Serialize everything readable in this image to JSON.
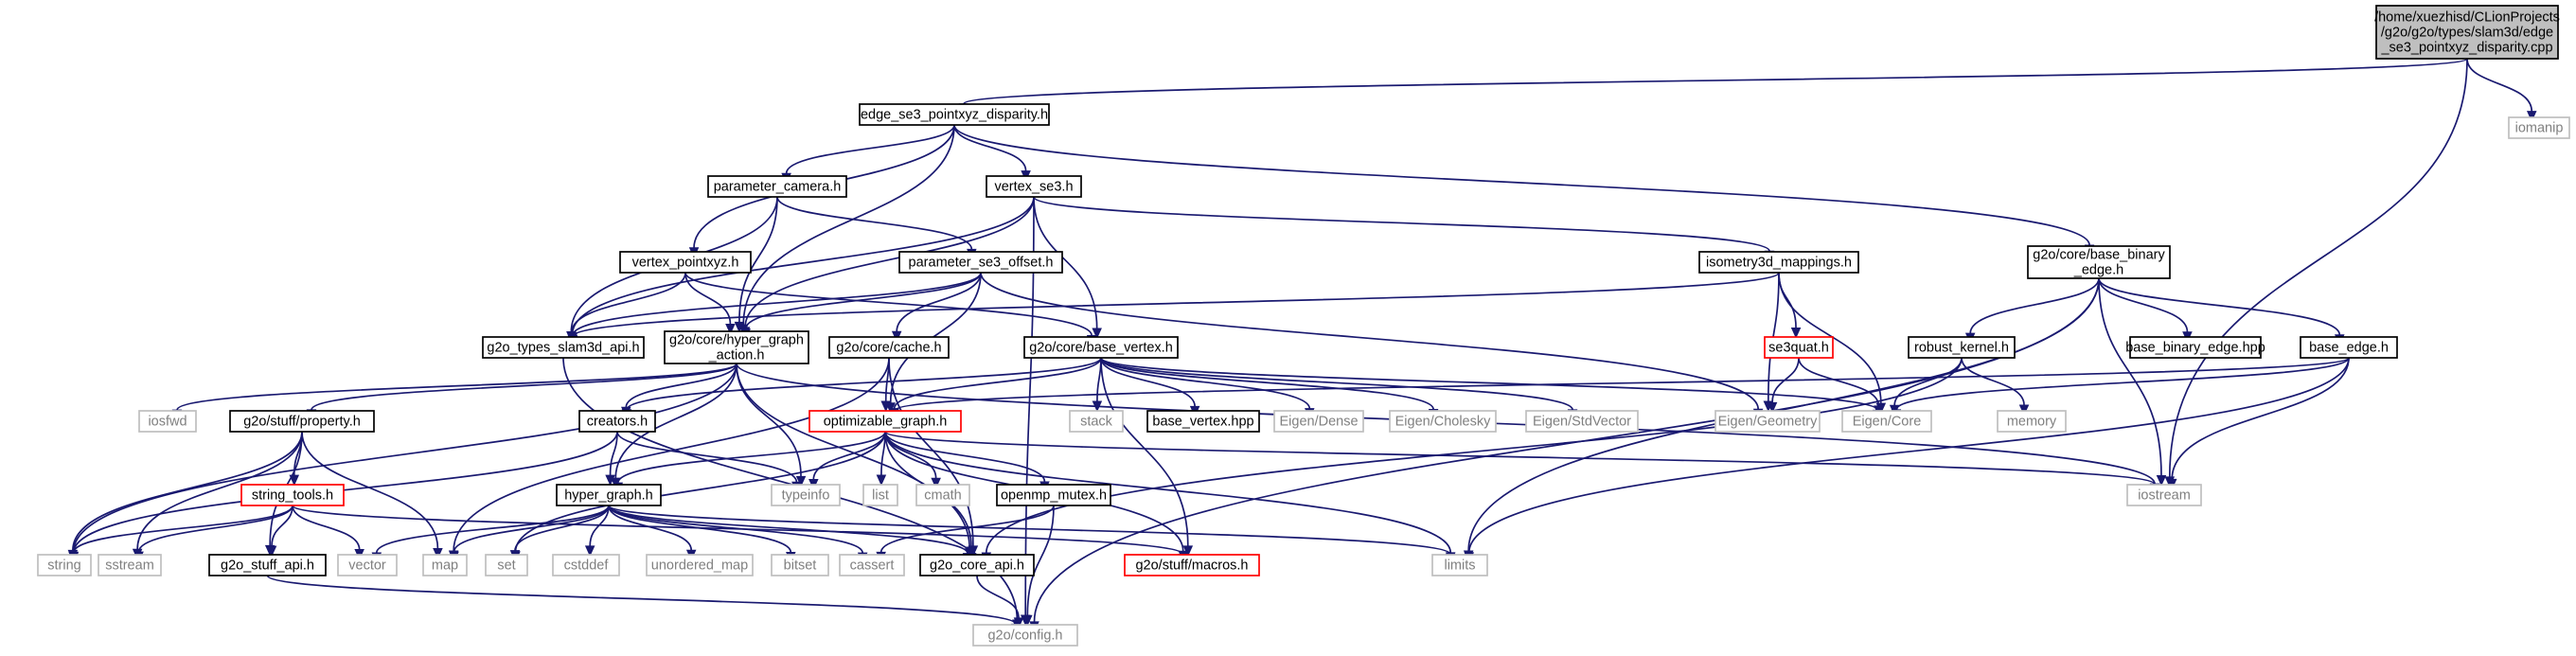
{
  "graph": {
    "colors": {
      "edge": "#191970",
      "root_fill": "#bfbfbf",
      "node_border": "#000000",
      "missing_border": "#bfbfbf",
      "missing_text": "#808080",
      "incomplete_border": "#ff0000"
    },
    "nodes": [
      {
        "id": "root",
        "lines": [
          "/home/xuezhisd/CLionProjects",
          "/g2o/g2o/types/slam3d/edge",
          "_se3_pointxyz_disparity.cpp"
        ],
        "style": "root"
      },
      {
        "id": "edge_h",
        "lines": [
          "edge_se3_pointxyz_disparity.h"
        ],
        "style": "normal"
      },
      {
        "id": "iomanip",
        "lines": [
          "iomanip"
        ],
        "style": "missing"
      },
      {
        "id": "param_cam",
        "lines": [
          "parameter_camera.h"
        ],
        "style": "normal"
      },
      {
        "id": "vertex_se3",
        "lines": [
          "vertex_se3.h"
        ],
        "style": "normal"
      },
      {
        "id": "vertex_pxyz",
        "lines": [
          "vertex_pointxyz.h"
        ],
        "style": "normal"
      },
      {
        "id": "param_offset",
        "lines": [
          "parameter_se3_offset.h"
        ],
        "style": "normal"
      },
      {
        "id": "iso3d",
        "lines": [
          "isometry3d_mappings.h"
        ],
        "style": "normal"
      },
      {
        "id": "base_binary",
        "lines": [
          "g2o/core/base_binary",
          "_edge.h"
        ],
        "style": "normal"
      },
      {
        "id": "slam3d_api",
        "lines": [
          "g2o_types_slam3d_api.h"
        ],
        "style": "normal"
      },
      {
        "id": "hga",
        "lines": [
          "g2o/core/hyper_graph",
          "_action.h"
        ],
        "style": "normal"
      },
      {
        "id": "cache",
        "lines": [
          "g2o/core/cache.h"
        ],
        "style": "normal"
      },
      {
        "id": "base_vertex",
        "lines": [
          "g2o/core/base_vertex.h"
        ],
        "style": "normal"
      },
      {
        "id": "se3quat",
        "lines": [
          "se3quat.h"
        ],
        "style": "incomplete"
      },
      {
        "id": "robust",
        "lines": [
          "robust_kernel.h"
        ],
        "style": "normal"
      },
      {
        "id": "bbe_hpp",
        "lines": [
          "base_binary_edge.hpp"
        ],
        "style": "normal"
      },
      {
        "id": "base_edge",
        "lines": [
          "base_edge.h"
        ],
        "style": "normal"
      },
      {
        "id": "iosfwd",
        "lines": [
          "iosfwd"
        ],
        "style": "missing"
      },
      {
        "id": "property",
        "lines": [
          "g2o/stuff/property.h"
        ],
        "style": "normal"
      },
      {
        "id": "creators",
        "lines": [
          "creators.h"
        ],
        "style": "normal"
      },
      {
        "id": "opt_graph",
        "lines": [
          "optimizable_graph.h"
        ],
        "style": "incomplete"
      },
      {
        "id": "stack",
        "lines": [
          "stack"
        ],
        "style": "missing"
      },
      {
        "id": "bv_hpp",
        "lines": [
          "base_vertex.hpp"
        ],
        "style": "normal"
      },
      {
        "id": "eig_dense",
        "lines": [
          "Eigen/Dense"
        ],
        "style": "missing"
      },
      {
        "id": "eig_chol",
        "lines": [
          "Eigen/Cholesky"
        ],
        "style": "missing"
      },
      {
        "id": "eig_stdvec",
        "lines": [
          "Eigen/StdVector"
        ],
        "style": "missing"
      },
      {
        "id": "eig_geom",
        "lines": [
          "Eigen/Geometry"
        ],
        "style": "missing"
      },
      {
        "id": "eig_core",
        "lines": [
          "Eigen/Core"
        ],
        "style": "missing"
      },
      {
        "id": "memory",
        "lines": [
          "memory"
        ],
        "style": "missing"
      },
      {
        "id": "string_tools",
        "lines": [
          "string_tools.h"
        ],
        "style": "incomplete"
      },
      {
        "id": "hyper_graph",
        "lines": [
          "hyper_graph.h"
        ],
        "style": "normal"
      },
      {
        "id": "typeinfo",
        "lines": [
          "typeinfo"
        ],
        "style": "missing"
      },
      {
        "id": "list",
        "lines": [
          "list"
        ],
        "style": "missing"
      },
      {
        "id": "cmath",
        "lines": [
          "cmath"
        ],
        "style": "missing"
      },
      {
        "id": "omp",
        "lines": [
          "openmp_mutex.h"
        ],
        "style": "normal"
      },
      {
        "id": "iostream",
        "lines": [
          "iostream"
        ],
        "style": "missing"
      },
      {
        "id": "string",
        "lines": [
          "string"
        ],
        "style": "missing"
      },
      {
        "id": "sstream",
        "lines": [
          "sstream"
        ],
        "style": "missing"
      },
      {
        "id": "stuff_api",
        "lines": [
          "g2o_stuff_api.h"
        ],
        "style": "normal"
      },
      {
        "id": "vector",
        "lines": [
          "vector"
        ],
        "style": "missing"
      },
      {
        "id": "map",
        "lines": [
          "map"
        ],
        "style": "missing"
      },
      {
        "id": "set",
        "lines": [
          "set"
        ],
        "style": "missing"
      },
      {
        "id": "cstddef",
        "lines": [
          "cstddef"
        ],
        "style": "missing"
      },
      {
        "id": "unordered_map",
        "lines": [
          "unordered_map"
        ],
        "style": "missing"
      },
      {
        "id": "bitset",
        "lines": [
          "bitset"
        ],
        "style": "missing"
      },
      {
        "id": "cassert",
        "lines": [
          "cassert"
        ],
        "style": "missing"
      },
      {
        "id": "core_api",
        "lines": [
          "g2o_core_api.h"
        ],
        "style": "normal"
      },
      {
        "id": "macros",
        "lines": [
          "g2o/stuff/macros.h"
        ],
        "style": "incomplete"
      },
      {
        "id": "limits",
        "lines": [
          "limits"
        ],
        "style": "missing"
      },
      {
        "id": "config",
        "lines": [
          "g2o/config.h"
        ],
        "style": "missing"
      }
    ],
    "edges": [
      [
        "root",
        "edge_h"
      ],
      [
        "root",
        "iomanip"
      ],
      [
        "root",
        "iostream"
      ],
      [
        "edge_h",
        "param_cam"
      ],
      [
        "edge_h",
        "vertex_se3"
      ],
      [
        "edge_h",
        "vertex_pxyz"
      ],
      [
        "edge_h",
        "hga"
      ],
      [
        "edge_h",
        "base_binary"
      ],
      [
        "param_cam",
        "slam3d_api"
      ],
      [
        "param_cam",
        "hga"
      ],
      [
        "param_cam",
        "param_offset"
      ],
      [
        "vertex_se3",
        "slam3d_api"
      ],
      [
        "vertex_se3",
        "hga"
      ],
      [
        "vertex_se3",
        "base_vertex"
      ],
      [
        "vertex_se3",
        "iso3d"
      ],
      [
        "vertex_se3",
        "config"
      ],
      [
        "vertex_pxyz",
        "slam3d_api"
      ],
      [
        "vertex_pxyz",
        "hga"
      ],
      [
        "vertex_pxyz",
        "base_vertex"
      ],
      [
        "param_offset",
        "slam3d_api"
      ],
      [
        "param_offset",
        "hga"
      ],
      [
        "param_offset",
        "cache"
      ],
      [
        "param_offset",
        "opt_graph"
      ],
      [
        "param_offset",
        "eig_geom"
      ],
      [
        "iso3d",
        "slam3d_api"
      ],
      [
        "iso3d",
        "se3quat"
      ],
      [
        "iso3d",
        "eig_geom"
      ],
      [
        "iso3d",
        "eig_core"
      ],
      [
        "base_binary",
        "robust"
      ],
      [
        "base_binary",
        "bbe_hpp"
      ],
      [
        "base_binary",
        "base_edge"
      ],
      [
        "base_binary",
        "iostream"
      ],
      [
        "base_binary",
        "limits"
      ],
      [
        "base_binary",
        "config"
      ],
      [
        "slam3d_api",
        "config"
      ],
      [
        "hga",
        "iosfwd"
      ],
      [
        "hga",
        "property"
      ],
      [
        "hga",
        "creators"
      ],
      [
        "hga",
        "typeinfo"
      ],
      [
        "hga",
        "hyper_graph"
      ],
      [
        "hga",
        "string"
      ],
      [
        "hga",
        "core_api"
      ],
      [
        "hga",
        "iostream"
      ],
      [
        "cache",
        "opt_graph"
      ],
      [
        "cache",
        "map"
      ],
      [
        "cache",
        "core_api"
      ],
      [
        "base_vertex",
        "creators"
      ],
      [
        "base_vertex",
        "opt_graph"
      ],
      [
        "base_vertex",
        "stack"
      ],
      [
        "base_vertex",
        "bv_hpp"
      ],
      [
        "base_vertex",
        "eig_dense"
      ],
      [
        "base_vertex",
        "eig_chol"
      ],
      [
        "base_vertex",
        "eig_stdvec"
      ],
      [
        "base_vertex",
        "eig_core"
      ],
      [
        "base_vertex",
        "macros"
      ],
      [
        "se3quat",
        "eig_geom"
      ],
      [
        "se3quat",
        "eig_core"
      ],
      [
        "robust",
        "eig_core"
      ],
      [
        "robust",
        "memory"
      ],
      [
        "robust",
        "core_api"
      ],
      [
        "base_edge",
        "opt_graph"
      ],
      [
        "base_edge",
        "eig_core"
      ],
      [
        "base_edge",
        "iostream"
      ],
      [
        "base_edge",
        "limits"
      ],
      [
        "property",
        "string_tools"
      ],
      [
        "property",
        "string"
      ],
      [
        "property",
        "sstream"
      ],
      [
        "property",
        "map"
      ],
      [
        "property",
        "stuff_api"
      ],
      [
        "creators",
        "hyper_graph"
      ],
      [
        "creators",
        "typeinfo"
      ],
      [
        "creators",
        "string"
      ],
      [
        "opt_graph",
        "hyper_graph"
      ],
      [
        "opt_graph",
        "typeinfo"
      ],
      [
        "opt_graph",
        "list"
      ],
      [
        "opt_graph",
        "cmath"
      ],
      [
        "opt_graph",
        "omp"
      ],
      [
        "opt_graph",
        "iostream"
      ],
      [
        "opt_graph",
        "set"
      ],
      [
        "opt_graph",
        "limits"
      ],
      [
        "opt_graph",
        "macros"
      ],
      [
        "opt_graph",
        "core_api"
      ],
      [
        "string_tools",
        "string"
      ],
      [
        "string_tools",
        "sstream"
      ],
      [
        "string_tools",
        "vector"
      ],
      [
        "string_tools",
        "stuff_api"
      ],
      [
        "string_tools",
        "macros"
      ],
      [
        "hyper_graph",
        "vector"
      ],
      [
        "hyper_graph",
        "map"
      ],
      [
        "hyper_graph",
        "set"
      ],
      [
        "hyper_graph",
        "cstddef"
      ],
      [
        "hyper_graph",
        "unordered_map"
      ],
      [
        "hyper_graph",
        "bitset"
      ],
      [
        "hyper_graph",
        "cassert"
      ],
      [
        "hyper_graph",
        "core_api"
      ],
      [
        "hyper_graph",
        "limits"
      ],
      [
        "omp",
        "config"
      ],
      [
        "omp",
        "cassert"
      ],
      [
        "stuff_api",
        "config"
      ],
      [
        "core_api",
        "config"
      ]
    ]
  }
}
